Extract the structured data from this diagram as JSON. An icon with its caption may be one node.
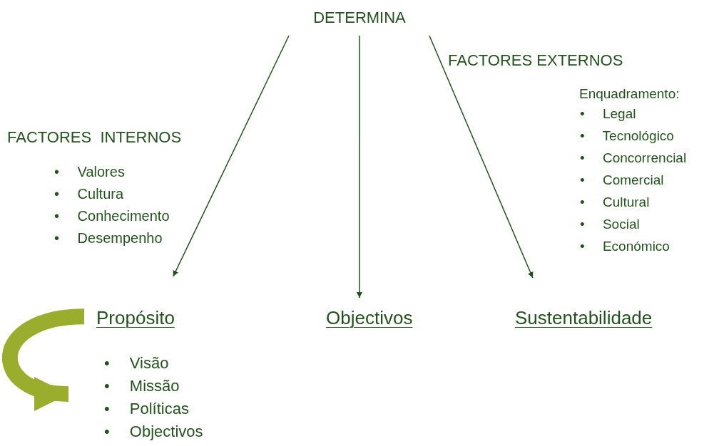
{
  "diagram": {
    "nodes": [
      {
        "text": [
          "DETERMINA"
        ]
      },
      {
        "text": [
          "Propósito"
        ]
      },
      {
        "text": [
          "Objectivos"
        ]
      },
      {
        "text": [
          "Sustentabilidade"
        ]
      },
      {
        "text": [
          "• Visão",
          "• Missão",
          "• Políticas",
          "• Objectivos"
        ]
      }
    ],
    "edges": [
      {
        "from": 0,
        "to": 1,
        "arrow": "to"
      },
      {
        "from": 0,
        "to": 2,
        "arrow": "to"
      },
      {
        "from": 0,
        "to": 3,
        "arrow": "to"
      },
      {
        "from": 1,
        "to": 4,
        "arrow": "to",
        "style": "thick",
        "color": "#9aad2c"
      }
    ],
    "labels": [
      "FACTORES  INTERNOS",
      "• Valores",
      "• Cultura",
      "• Conhecimento",
      "• Desempenho",
      "FACTORES EXTERNOS",
      "Enquadramento:",
      "• Legal",
      "• Tecnológico",
      "• Concorrencial",
      "• Comercial",
      "• Cultural",
      "• Social",
      "• Económico"
    ]
  }
}
